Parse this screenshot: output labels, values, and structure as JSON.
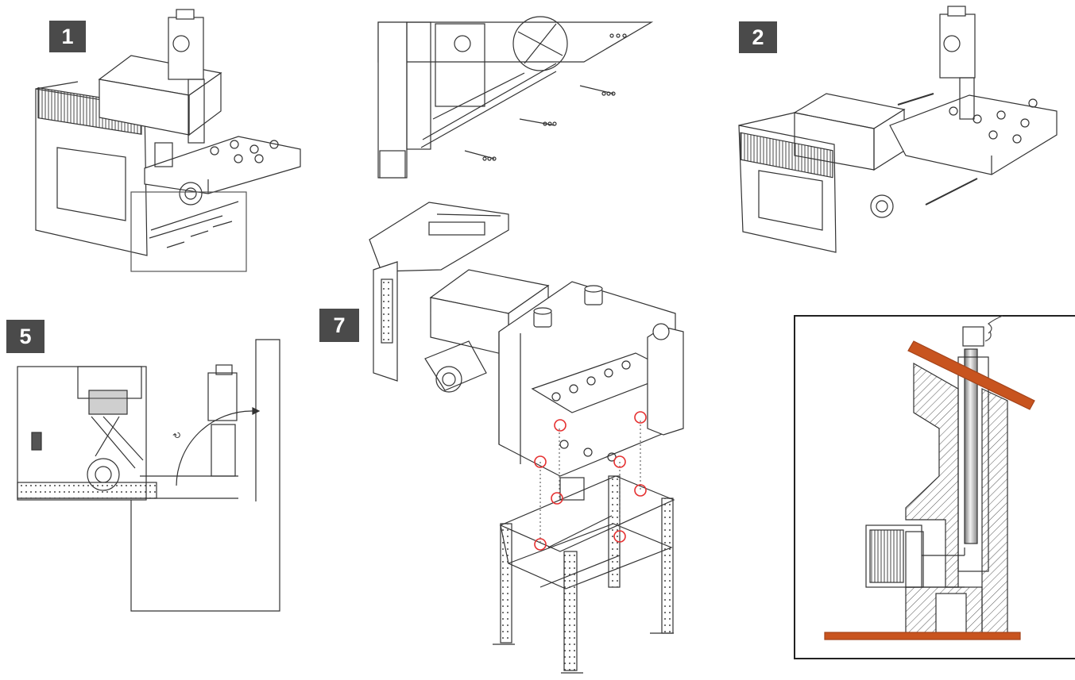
{
  "steps": [
    {
      "id": "step-1",
      "label": "1"
    },
    {
      "id": "step-2",
      "label": "2"
    },
    {
      "id": "step-5",
      "label": "5"
    },
    {
      "id": "step-7",
      "label": "7"
    }
  ],
  "colors": {
    "badge": "#4a4a4a",
    "badge_text": "#ffffff",
    "line": "#333333",
    "marker": "#e53030",
    "roof_floor": "#c8541f",
    "chimney_hatch": "#555555"
  }
}
